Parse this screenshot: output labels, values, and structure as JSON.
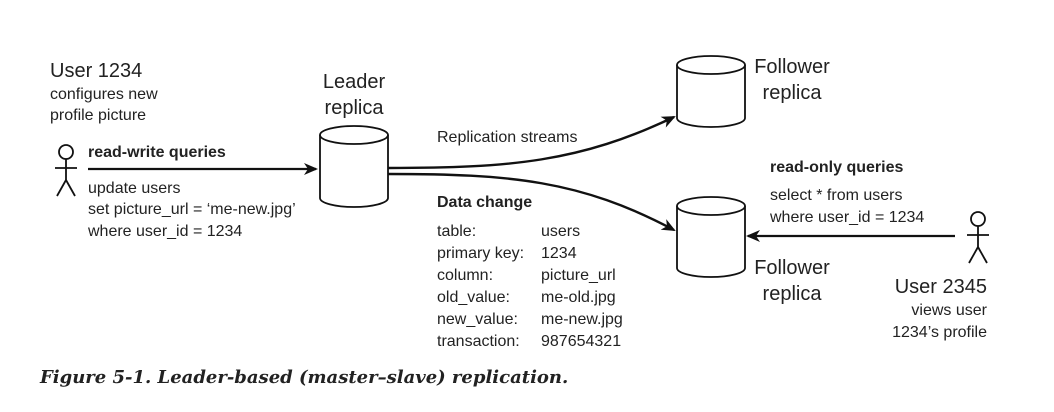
{
  "user1": {
    "name": "User 1234",
    "desc_line1": "configures new",
    "desc_line2": "profile picture"
  },
  "leader": {
    "line1": "Leader",
    "line2": "replica"
  },
  "follower_top": {
    "line1": "Follower",
    "line2": "replica"
  },
  "follower_bottom": {
    "line1": "Follower",
    "line2": "replica"
  },
  "user2": {
    "name": "User 2345",
    "desc_line1": "views user",
    "desc_line2": "1234’s profile"
  },
  "write_query": {
    "title": "read-write queries",
    "line1": "update users",
    "line2": "set picture_url = ‘me-new.jpg’",
    "line3": "where user_id = 1234"
  },
  "read_query": {
    "title": "read-only queries",
    "line1": "select * from users",
    "line2": "where user_id = 1234"
  },
  "replication_label": "Replication streams",
  "data_change": {
    "title": "Data change",
    "rows": [
      {
        "key": "table:",
        "value": "users"
      },
      {
        "key": "primary key:",
        "value": "1234"
      },
      {
        "key": "column:",
        "value": "picture_url"
      },
      {
        "key": "old_value:",
        "value": "me-old.jpg"
      },
      {
        "key": "new_value:",
        "value": "me-new.jpg"
      },
      {
        "key": "transaction:",
        "value": "987654321"
      }
    ]
  },
  "caption": "Figure 5-1. Leader-based (master–slave) replication."
}
